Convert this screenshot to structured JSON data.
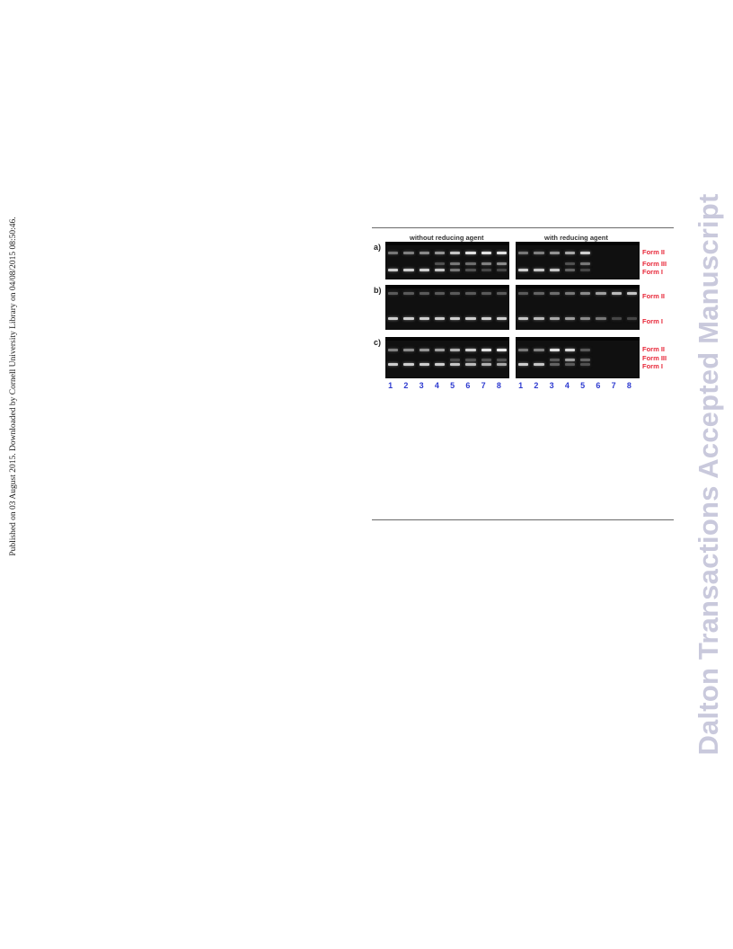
{
  "sidebar": {
    "published_note": "Published on 03 August 2015. Downloaded by Cornell University Library on 04/08/2015 08:50:46.",
    "watermark": "Dalton Transactions Accepted Manuscript"
  },
  "figure": {
    "conditions": [
      "without reducing agent",
      "with reducing agent"
    ],
    "rows": [
      {
        "label": "a)",
        "form_labels": [
          "Form II",
          "Form III",
          "Form I"
        ],
        "panels": [
          {
            "lanes": [
              [
                0.3,
                0,
                0.75
              ],
              [
                0.35,
                0,
                0.75
              ],
              [
                0.4,
                0,
                0.75
              ],
              [
                0.45,
                0.1,
                0.7
              ],
              [
                0.7,
                0.3,
                0.3
              ],
              [
                0.85,
                0.25,
                0.1
              ],
              [
                0.85,
                0.35,
                0.05
              ],
              [
                0.85,
                0.4,
                0.05
              ]
            ]
          },
          {
            "lanes": [
              [
                0.3,
                0,
                0.75
              ],
              [
                0.35,
                0,
                0.7
              ],
              [
                0.45,
                0,
                0.7
              ],
              [
                0.55,
                0.1,
                0.2
              ],
              [
                0.75,
                0.3,
                0.05
              ],
              [
                0,
                0,
                0
              ],
              [
                0,
                0,
                0
              ],
              [
                0,
                0,
                0
              ]
            ]
          }
        ]
      },
      {
        "label": "b)",
        "form_labels": [
          "Form II",
          "Form I"
        ],
        "panels": [
          {
            "lanes": [
              [
                0.15,
                0,
                0.75
              ],
              [
                0.15,
                0,
                0.75
              ],
              [
                0.15,
                0,
                0.75
              ],
              [
                0.15,
                0,
                0.75
              ],
              [
                0.15,
                0,
                0.75
              ],
              [
                0.15,
                0,
                0.75
              ],
              [
                0.15,
                0,
                0.75
              ],
              [
                0.15,
                0,
                0.75
              ]
            ]
          },
          {
            "lanes": [
              [
                0.15,
                0,
                0.7
              ],
              [
                0.2,
                0,
                0.65
              ],
              [
                0.25,
                0,
                0.55
              ],
              [
                0.3,
                0,
                0.5
              ],
              [
                0.4,
                0,
                0.4
              ],
              [
                0.5,
                0,
                0.3
              ],
              [
                0.65,
                0,
                0.05
              ],
              [
                0.7,
                0,
                0.05
              ]
            ]
          }
        ]
      },
      {
        "label": "c)",
        "form_labels": [
          "Form II",
          "Form III",
          "Form I"
        ],
        "panels": [
          {
            "lanes": [
              [
                0.35,
                0,
                0.75
              ],
              [
                0.4,
                0,
                0.75
              ],
              [
                0.45,
                0,
                0.75
              ],
              [
                0.5,
                0,
                0.75
              ],
              [
                0.6,
                0.05,
                0.7
              ],
              [
                0.75,
                0.1,
                0.65
              ],
              [
                0.85,
                0.1,
                0.6
              ],
              [
                0.9,
                0.1,
                0.55
              ]
            ]
          },
          {
            "lanes": [
              [
                0.3,
                0,
                0.75
              ],
              [
                0.35,
                0,
                0.7
              ],
              [
                0.85,
                0.15,
                0.2
              ],
              [
                0.8,
                0.5,
                0.15
              ],
              [
                0.15,
                0.2,
                0.1
              ],
              [
                0,
                0,
                0
              ],
              [
                0,
                0,
                0
              ],
              [
                0,
                0,
                0
              ]
            ]
          }
        ]
      }
    ],
    "lane_numbers": [
      "1",
      "2",
      "3",
      "4",
      "5",
      "6",
      "7",
      "8"
    ]
  }
}
